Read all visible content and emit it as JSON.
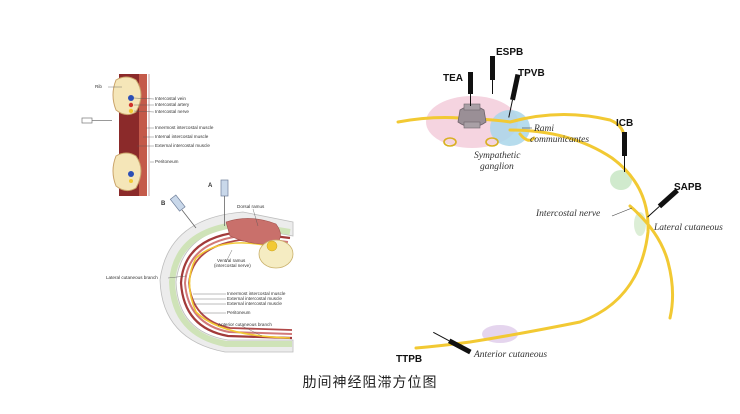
{
  "caption": "肋间神经阻滞方位图",
  "top_left": {
    "rib": "Rib",
    "labels": [
      "Intercostal vein",
      "Intercostal artery",
      "Intercostal nerve",
      "Innermost intercostal muscle",
      "Internal intercostal muscle",
      "External intercostal muscle",
      "Peritoneum"
    ]
  },
  "bottom_left": {
    "marker_a": "A",
    "marker_b": "B",
    "dorsal_ramus": "Dorsal ramus",
    "ventral_ramus": "Ventral ramus",
    "ventral_ramus_sub": "(intercostal nerve)",
    "lateral_branch": "Lateral cutaneous branch",
    "layers": [
      "Innermost intercostal muscle",
      "External intercostal muscle",
      "External intercostal muscle",
      "Peritoneum"
    ],
    "anterior_branch": "Anterior cutaneous branch"
  },
  "right": {
    "blocks": {
      "espb": "ESPB",
      "tea": "TEA",
      "tpvb": "TPVB",
      "icb": "ICB",
      "sapb": "SAPB",
      "ttpb": "TTPB"
    },
    "rami_1": "Rami",
    "rami_2": "communicantes",
    "symp_1": "Sympathetic",
    "symp_2": "ganglion",
    "intercostal_nerve": "Intercostal nerve",
    "lateral_cutaneous": "Lateral cutaneous",
    "anterior_cutaneous": "Anterior cutaneous"
  },
  "colors": {
    "nerve": "#f2c933",
    "muscle": "#8b2a2a",
    "bone": "#f5e6b8",
    "pink_zone": "#f2c6d6",
    "blue_zone": "#a9d6ea",
    "green_zone": "#cbe8c8"
  }
}
